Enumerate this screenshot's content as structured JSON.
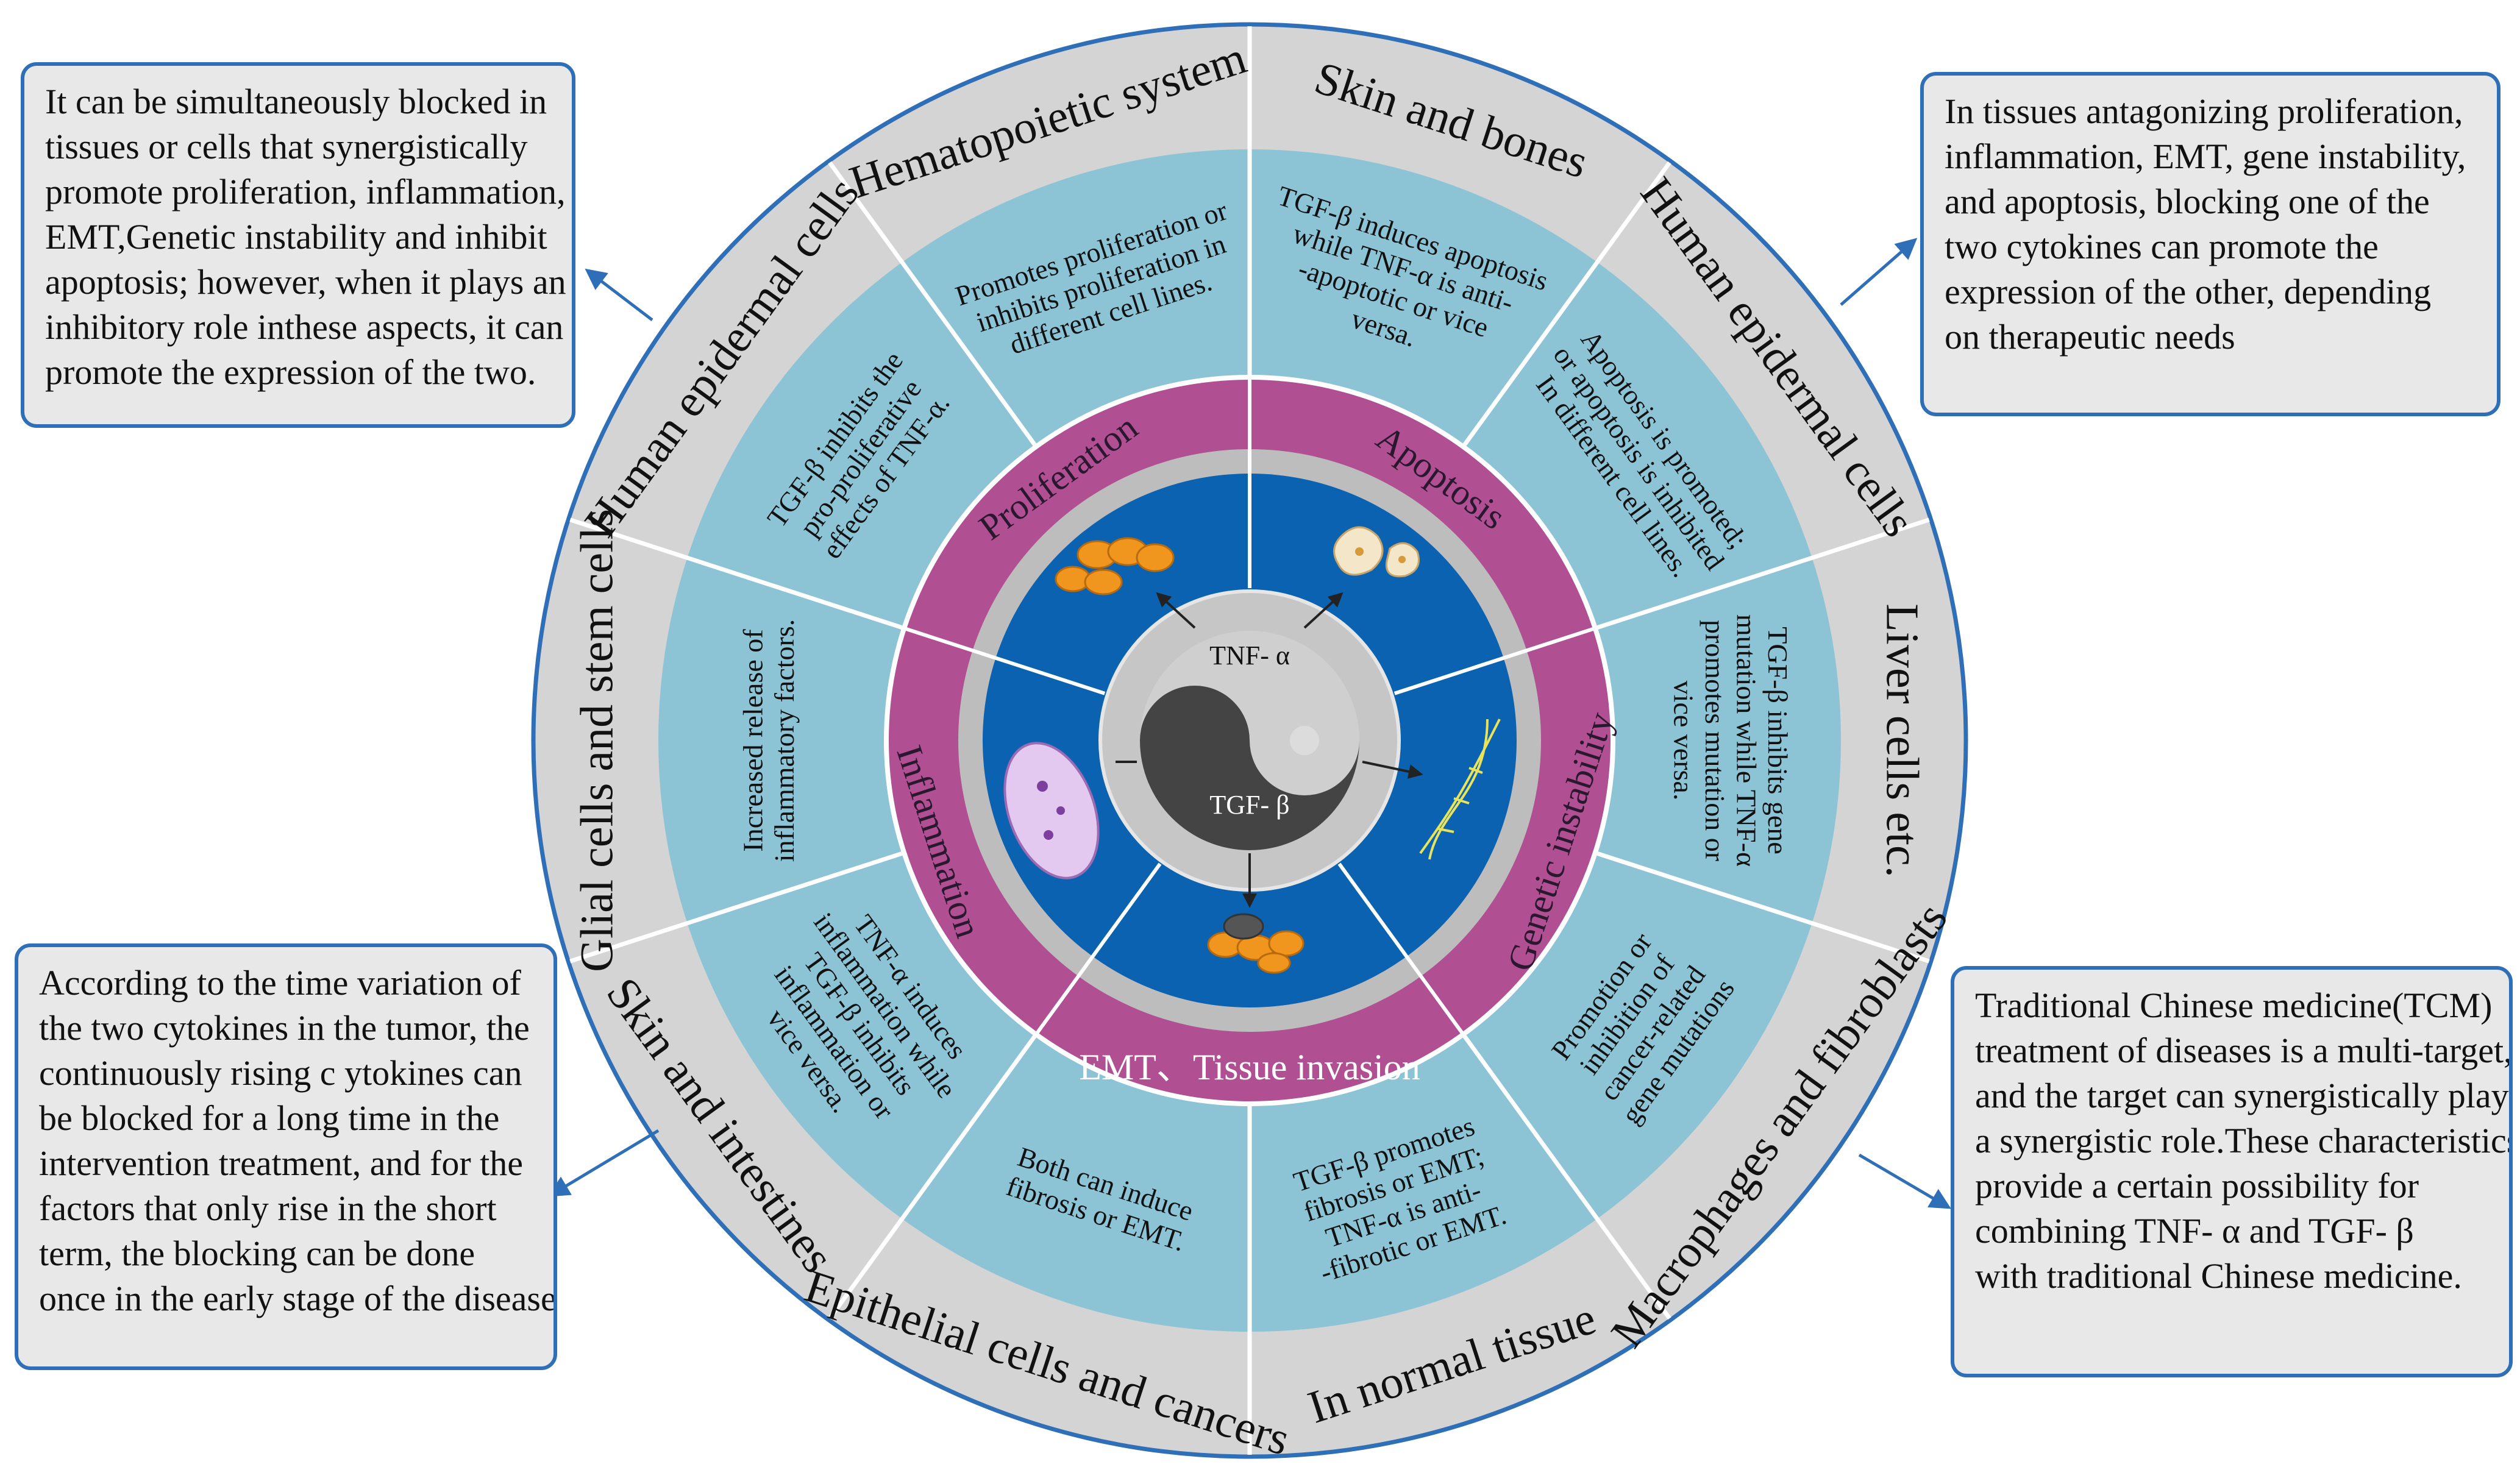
{
  "colors": {
    "outer_ring": "#d4d4d4",
    "tissue_ring": "#8cc4d6",
    "process_ring": "#b04f92",
    "gray_band": "#bdbdbd",
    "core_blue": "#0b62b0",
    "center_disk": "#c6c6c6",
    "note_border": "#2e6fb7",
    "note_fill": "#e8e8e8"
  },
  "center": {
    "tnf_label": "TNF- α",
    "tgf_label": "TGF- β"
  },
  "processes": [
    {
      "id": "proliferation",
      "label": "Proliferation"
    },
    {
      "id": "apoptosis",
      "label": "Apoptosis"
    },
    {
      "id": "genetic",
      "label": "Genetic instability"
    },
    {
      "id": "emt",
      "label": "EMT、Tissue invasion"
    },
    {
      "id": "inflammation",
      "label": "Inflammation"
    }
  ],
  "tissues": [
    {
      "id": "hematopoietic",
      "label": "Hematopoietic system"
    },
    {
      "id": "skin-bones",
      "label": "Skin and bones"
    },
    {
      "id": "human-epidermal-right",
      "label": "Human epidermal cells"
    },
    {
      "id": "liver",
      "label": "Liver cells etc."
    },
    {
      "id": "macrophages",
      "label": "Macrophages and fibroblasts"
    },
    {
      "id": "normal-tissue",
      "label": "In normal tissue"
    },
    {
      "id": "epithelial",
      "label": "Epithelial cells and cancers"
    },
    {
      "id": "skin-intestines",
      "label": "Skin and intestines"
    },
    {
      "id": "glial",
      "label": "Glial cells and stem cells"
    },
    {
      "id": "human-epidermal-left",
      "label": "Human epidermal cells"
    }
  ],
  "effects": [
    {
      "id": "hematopoietic",
      "lines": [
        "Promotes proliferation  or",
        "inhibits proliferation in",
        "different cell lines."
      ]
    },
    {
      "id": "skin-bones",
      "lines": [
        "TGF-β induces apoptosis",
        "while TNF-α is anti-",
        "-apoptotic or vice",
        "versa."
      ]
    },
    {
      "id": "human-epidermal-right",
      "lines": [
        "Apoptosis is promoted;",
        "or apoptosis is inhibited",
        "In different cell lines."
      ]
    },
    {
      "id": "liver",
      "lines": [
        "TGF-β inhibits gene",
        "mutation while TNF-α",
        "promotes mutation or",
        "vice versa."
      ]
    },
    {
      "id": "macrophages",
      "lines": [
        "Promotion or",
        "inhibition of",
        "cancer-related",
        "gene mutations"
      ]
    },
    {
      "id": "normal-tissue",
      "lines": [
        "TGF-β promotes",
        "fibrosis or EMT;",
        "TNF-α is anti-",
        "-fibrotic or EMT."
      ]
    },
    {
      "id": "epithelial",
      "lines": [
        "Both can induce",
        "fibrosis or EMT."
      ]
    },
    {
      "id": "skin-intestines",
      "lines": [
        "TNF-α induces",
        "inflammation while",
        "TGF-β inhibits",
        "inflammation or",
        "vice versa."
      ]
    },
    {
      "id": "glial",
      "lines": [
        "Increased release of",
        "inflammatory factors."
      ]
    },
    {
      "id": "human-epidermal-left",
      "lines": [
        "TGF-β inhibits the",
        "pro-proliferative",
        "effects of TNF-α."
      ]
    }
  ],
  "notes": {
    "top_left": [
      "It can be simultaneously blocked  in",
      "tissues  or  cells  that  synergistically",
      "promote proliferation, inflammation,",
      "EMT,Genetic instability and inhibit",
      "apoptosis; however, when it plays an",
      "inhibitory role inthese aspects, it can",
      "promote the expression of the two."
    ],
    "top_right": [
      "In tissues antagonizing proliferation,",
      "inflammation, EMT, gene instability,",
      "and apoptosis, blocking one of the",
      "two cytokines can promote the",
      "expression of the other, depending",
      "on therapeutic needs"
    ],
    "bottom_left": [
      "According to the time variation of",
      "the two cytokines in the tumor, the",
      "continuously  rising c ytokines can",
      "be blocked for a long time  in  the",
      "intervention treatment, and for the",
      "factors  that  only  rise in the short",
      "term,  the  blocking  can  be  done",
      "once in the early stage of the disease"
    ],
    "bottom_right": [
      "Traditional Chinese medicine(TCM)",
      "treatment of diseases is a multi-target,",
      "and the target can synergistically play",
      "a synergistic role.These characteristics",
      "provide  a  certain  possibility  for",
      "combining TNF- α  and TGF- β",
      "with traditional Chinese medicine."
    ]
  }
}
